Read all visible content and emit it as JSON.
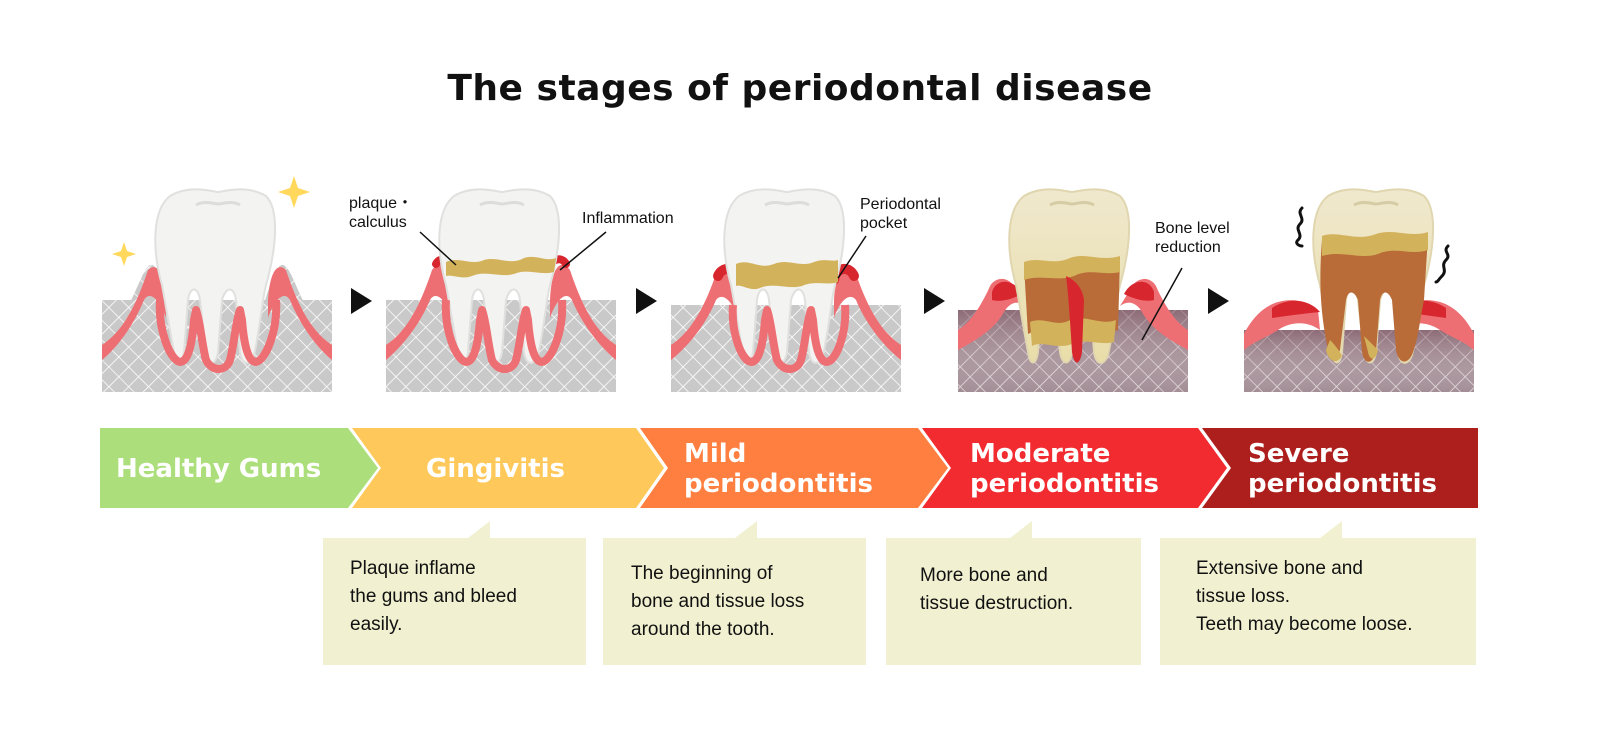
{
  "title": "The stages of periodontal disease",
  "colors": {
    "healthy": "#acdf7c",
    "gingivitis": "#ffc85a",
    "mild": "#ff7f40",
    "moderate": "#f22b30",
    "severe": "#ad1f1d",
    "callout_bg": "#f1f1d1",
    "gum": "#ee6f73",
    "plaque": "#d3b25c",
    "decay": "#b96b38"
  },
  "annotations": {
    "plaque_calculus": "plaque・\ncalculus",
    "inflammation": "Inflammation",
    "periodontal_pocket": "Periodontal\npocket",
    "bone_level_reduction": "Bone level\nreduction"
  },
  "stages": [
    {
      "name": "Healthy Gums",
      "icon": "healthy-tooth-sparkle",
      "description": ""
    },
    {
      "name": "Gingivitis",
      "icon": "tooth-with-plaque",
      "description": "Plaque inflame\nthe gums and bleed\neasily."
    },
    {
      "name": "Mild\nperiodontitis",
      "icon": "tooth-with-pocket",
      "description": "The beginning of\nbone and tissue loss\naround the tooth."
    },
    {
      "name": "Moderate\nperiodontitis",
      "icon": "tooth-bone-reduction",
      "description": "More bone and\ntissue destruction."
    },
    {
      "name": "Severe\nperiodontitis",
      "icon": "loose-tooth",
      "description": "Extensive bone and\ntissue loss.\nTeeth may become loose."
    }
  ]
}
